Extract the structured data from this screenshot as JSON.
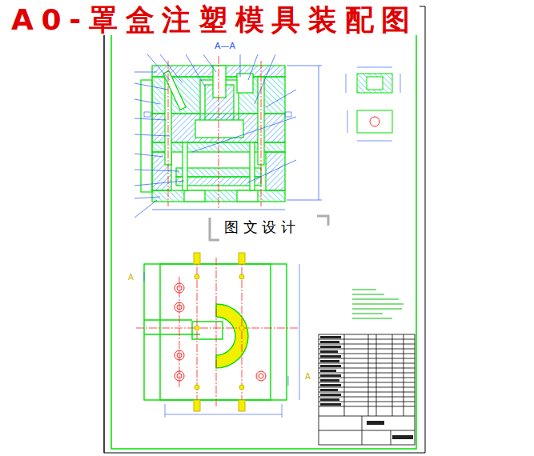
{
  "diagram": {
    "title": "A0-罩盒注塑模具装配图",
    "labels": [
      "A—A",
      "图 文 设 计",
      "A",
      "A"
    ]
  }
}
